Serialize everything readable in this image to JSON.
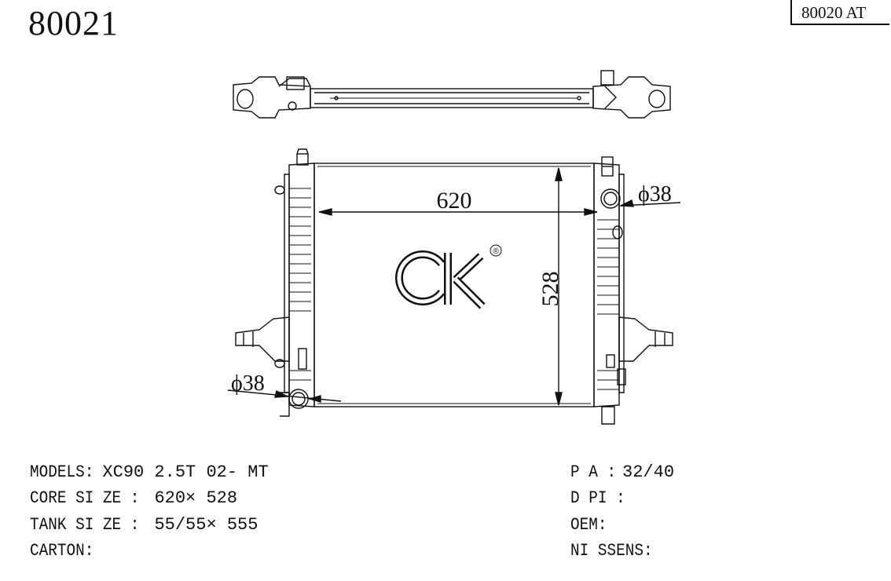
{
  "header": {
    "part_number": "80021",
    "reference": "80020 AT"
  },
  "drawing": {
    "width_label": "620",
    "height_label": "528",
    "inlet_label": "ϕ38",
    "outlet_label": "ϕ38",
    "logo_mark": "®"
  },
  "specs_left": [
    {
      "label": "MODELS:",
      "value": "XC90 2.5T 02- MT"
    },
    {
      "label": "CORE SI ZE :",
      "value": "620× 528"
    },
    {
      "label": "TANK SI ZE :",
      "value": "55/55× 555"
    },
    {
      "label": "CARTON:",
      "value": ""
    }
  ],
  "specs_right": [
    {
      "label": "P A :",
      "value": "32/40"
    },
    {
      "label": "D PI :",
      "value": ""
    },
    {
      "label": "OEM:",
      "value": ""
    },
    {
      "label": "NI SSENS:",
      "value": ""
    }
  ]
}
